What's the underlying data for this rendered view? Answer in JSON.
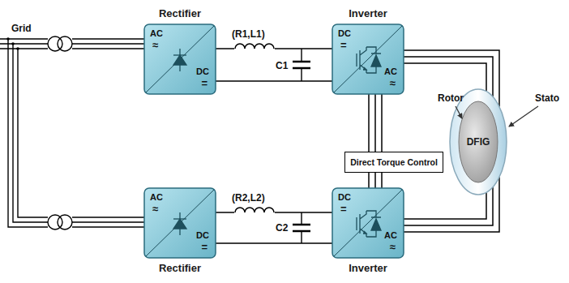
{
  "diagram": {
    "nodes": [
      {
        "text": [
          "Rectifier",
          "AC",
          "≈",
          "DC",
          "="
        ]
      },
      {
        "text": [
          "Inverter",
          "DC",
          "=",
          "AC",
          "≈"
        ]
      },
      {
        "text": [
          "Direct Torque Control"
        ]
      },
      {
        "text": [
          "DFIG"
        ]
      },
      {
        "text": [
          "Rectifier",
          "AC",
          "≈",
          "DC",
          "="
        ]
      },
      {
        "text": [
          "Inverter",
          "DC",
          "=",
          "AC",
          "≈"
        ]
      }
    ],
    "edges": [
      {
        "from": 0,
        "to": 1,
        "arrow": "none"
      },
      {
        "from": 1,
        "to": 3,
        "arrow": "none"
      },
      {
        "from": 2,
        "to": 1,
        "arrow": "none"
      },
      {
        "from": 2,
        "to": 5,
        "arrow": "none"
      },
      {
        "from": 4,
        "to": 5,
        "arrow": "none"
      },
      {
        "from": 5,
        "to": 3,
        "arrow": "none"
      }
    ],
    "labels": [
      "Grid",
      "(R1,L1)",
      "C1",
      "(R2,L2)",
      "C2",
      "Rotor",
      "Stato"
    ]
  }
}
